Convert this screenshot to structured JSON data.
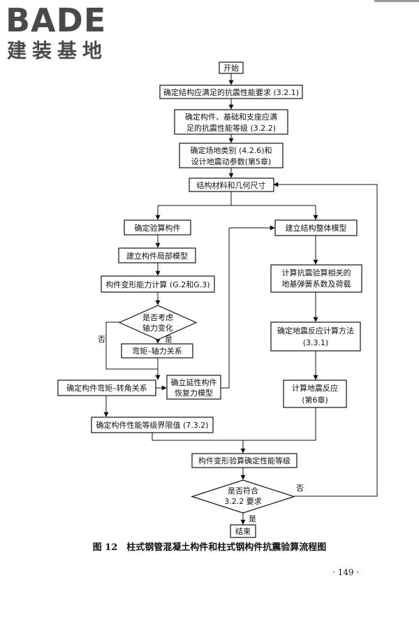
{
  "header": {
    "logo_main": "BADE",
    "logo_sub": "建装基地"
  },
  "flowchart": {
    "nodes": {
      "start": "开始",
      "n1": "确定结构应满足的抗震性能要求 (3.2.1)",
      "n2_line1": "确定构件、基础和支座应满",
      "n2_line2": "足的抗震性能等级 (3.2.2)",
      "n3_line1": "确定场地类别 (4.2.6)和",
      "n3_line2": "设计地震动参数(第5章)",
      "n4": "结构材料和几何尺寸",
      "l1": "确定验算构件",
      "l2": "建立构件局部模型",
      "l3": "构件变形能力计算 (G.2和G.3)",
      "d1_line1": "是否考虑",
      "d1_line2": "轴力变化",
      "l4": "弯矩–轴力关系",
      "l5": "确定构件弯矩–转角关系",
      "l6_line1": "确立延性构件",
      "l6_line2": "恢复力模型",
      "l7": "确定构件性能等级界限值 (7.3.2)",
      "r1": "建立结构整体模型",
      "r2_line1": "计算抗震验算相关的",
      "r2_line2": "地基弹簧系数及荷载",
      "r3_line1": "确定地震反应计算方法",
      "r3_line2": "(3.3.1)",
      "r4_line1": "计算地震反应",
      "r4_line2": "(第6章)",
      "m1": "构件变形验算确定性能等级",
      "d2_line1": "是否符合",
      "d2_line2": "3.2.2 要求",
      "end": "结束"
    },
    "edge_labels": {
      "d1_no": "否",
      "d1_yes": "是",
      "d2_no": "否",
      "d2_yes": "是"
    }
  },
  "caption": "图 12　柱式钢管混凝土构件和柱式钢构件抗震验算流程图",
  "page_number": "· 149 ·"
}
